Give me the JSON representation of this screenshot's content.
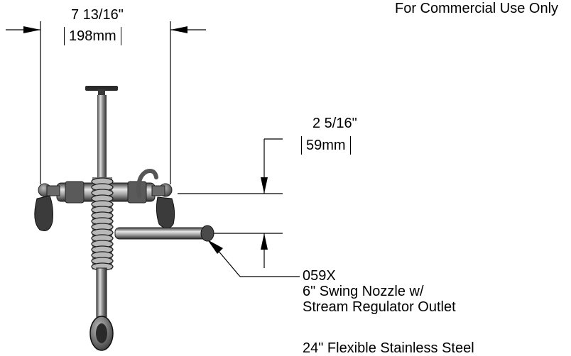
{
  "notice": "For Commercial Use Only",
  "dimensions": {
    "width": {
      "imperial": "7 13/16\"",
      "metric": "198mm"
    },
    "height": {
      "imperial": "2 5/16\"",
      "metric": "59mm"
    }
  },
  "callouts": [
    {
      "part": "059X",
      "line1": "6\" Swing Nozzle w/",
      "line2": "Stream Regulator Outlet"
    },
    {
      "line1": "24\" Flexible Stainless Steel"
    }
  ]
}
